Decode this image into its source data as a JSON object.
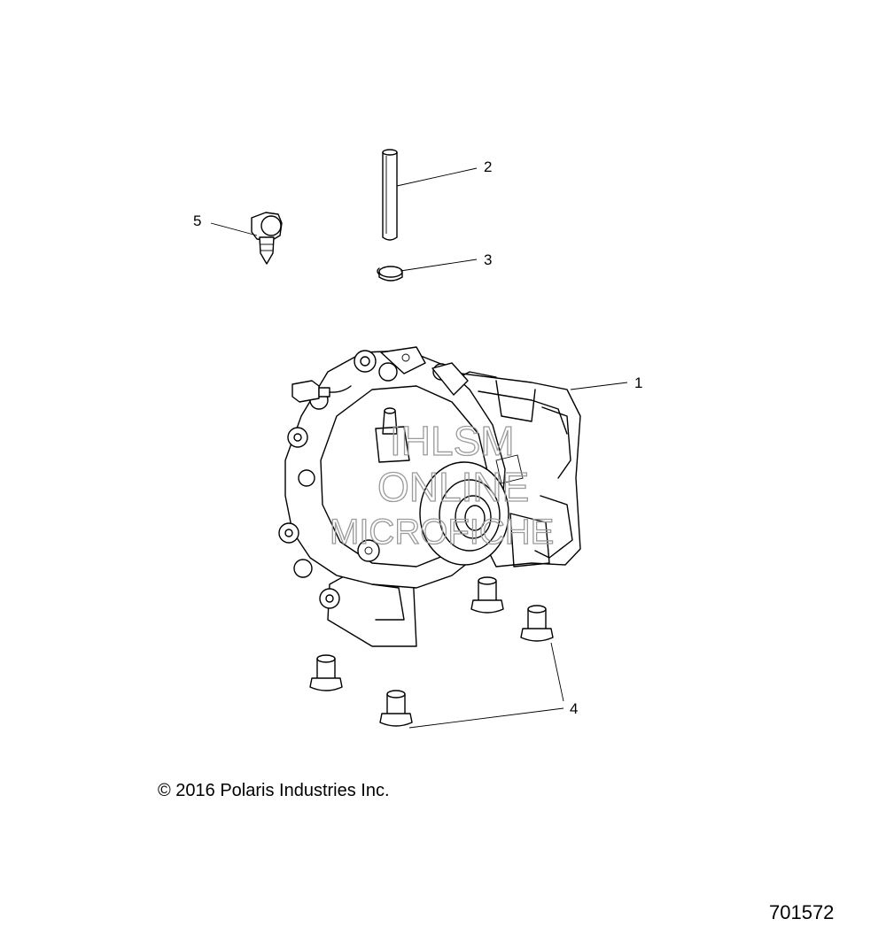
{
  "callouts": [
    {
      "id": "1",
      "label": "1"
    },
    {
      "id": "2",
      "label": "2"
    },
    {
      "id": "3",
      "label": "3"
    },
    {
      "id": "4",
      "label": "4"
    },
    {
      "id": "5",
      "label": "5"
    }
  ],
  "watermark": {
    "line1": "IHLSM",
    "line2": "ONLINE",
    "line3": "MICROFICHE"
  },
  "copyright": "© 2016 Polaris Industries Inc.",
  "diagram_number": "701572"
}
